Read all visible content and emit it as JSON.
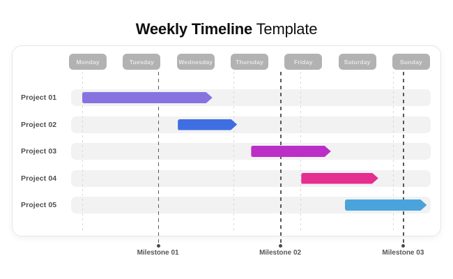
{
  "title": {
    "bold": "Weekly Timeline",
    "regular": "Template"
  },
  "chart_data": {
    "type": "gantt",
    "days": [
      "Monday",
      "Tuesday",
      "Wednesday",
      "Thursday",
      "Friday",
      "Saturday",
      "Sunday"
    ],
    "projects": [
      {
        "label": "Project 01",
        "start": 0.39,
        "end": 2.81,
        "color": "#8673e0"
      },
      {
        "label": "Project 02",
        "start": 2.17,
        "end": 3.27,
        "color": "#3e6ee2"
      },
      {
        "label": "Project 03",
        "start": 3.53,
        "end": 5.01,
        "color": "#bc2ec8"
      },
      {
        "label": "Project 04",
        "start": 4.46,
        "end": 5.89,
        "color": "#e42e90"
      },
      {
        "label": "Project 05",
        "start": 5.27,
        "end": 6.79,
        "color": "#4aa3da"
      }
    ],
    "milestones": [
      {
        "label": "Milestone 01",
        "position": 1.8
      },
      {
        "label": "Milestone 02",
        "position": 4.07
      },
      {
        "label": "Milestone 03",
        "position": 6.35
      }
    ],
    "gridlines": [
      0.39,
      3.2,
      4.44,
      6.16
    ],
    "colors": {
      "badge_bg": "#b2b2b2",
      "badge_text": "#e6e6e6",
      "row_bg": "#f2f2f2",
      "grid_light": "#d8d8d8",
      "grid_dark": "#585858",
      "project_label": "#4e4e4e",
      "milestone_label": "#565656",
      "title_text": "#0e0e0e"
    }
  }
}
